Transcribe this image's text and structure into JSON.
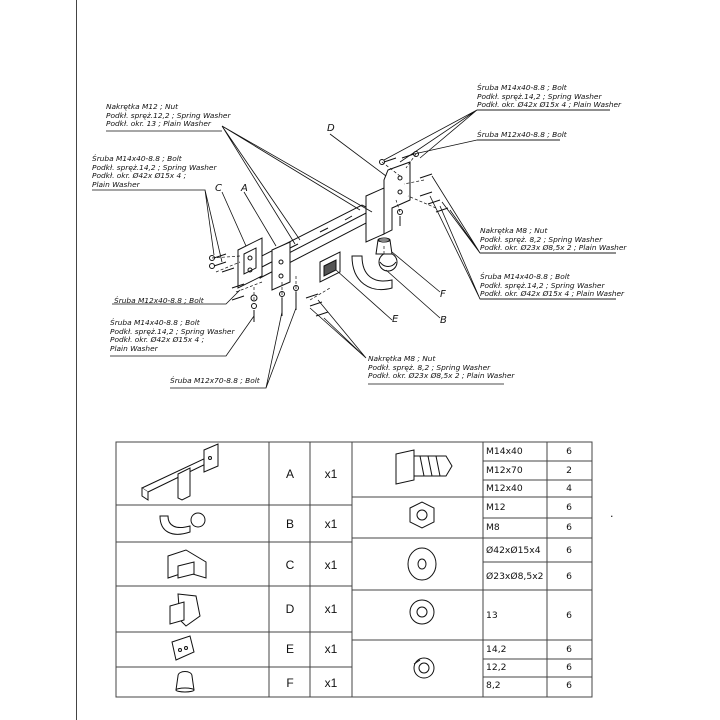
{
  "callouts": {
    "nut_m12": [
      "Nakrętka  M12 ; Nut",
      "Podkł. spręż.12,2 ; Spring Washer",
      "Podkł. okr. 13 ; Plain Washer"
    ],
    "bolt_m14_left": [
      "Śruba M14x40-8.8 ;  Bolt",
      "Podkł. spręż.14,2 ; Spring Washer",
      "Podkł. okr.  Ø42x Ø15x 4 ;",
      "Plain Washer"
    ],
    "bolt_m12_left": [
      "Śruba M12x40-8.8 ;  Bolt"
    ],
    "bolt_m14_lower": [
      "Śruba M14x40-8.8 ;  Bolt",
      "Podkł. spręż.14,2 ; Spring Washer",
      "Podkł. okr.  Ø42x Ø15x 4 ;",
      "Plain Washer"
    ],
    "bolt_m12x70": [
      "Śruba M12x70-8.8 ;  Bolt"
    ],
    "nut_m8_bottom": [
      "Nakrętka  M8 ; Nut",
      "Podkł. spręż. 8,2 ; Spring Washer",
      "Podkł. okr.  Ø23x  Ø8,5x 2 ; Plain Washer"
    ],
    "bolt_m14_top_right": [
      "Śruba M14x40-8.8 ;  Bolt",
      "Podkł. spręż.14,2 ; Spring Washer",
      "Podkł. okr.  Ø42x Ø15x 4 ; Plain Washer"
    ],
    "bolt_m12_right": [
      "Śruba M12x40-8.8 ;  Bolt"
    ],
    "nut_m8_right": [
      "Nakrętka  M8 ; Nut",
      "Podkł. spręż.  8,2 ; Spring Washer",
      "Podkł. okr.  Ø23x Ø8,5x 2 ; Plain Washer"
    ],
    "bolt_m14_right": [
      "Śruba M14x40-8.8 ;  Bolt",
      "Podkł. spręż.14,2 ; Spring Washer",
      "Podkł. okr.   Ø42x Ø15x 4 ; Plain Washer"
    ]
  },
  "letters": {
    "a": "A",
    "b": "B",
    "c": "C",
    "d": "D",
    "e": "E",
    "f": "F"
  },
  "parts": [
    {
      "letter": "A",
      "qty": "x1"
    },
    {
      "letter": "B",
      "qty": "x1"
    },
    {
      "letter": "C",
      "qty": "x1"
    },
    {
      "letter": "D",
      "qty": "x1"
    },
    {
      "letter": "E",
      "qty": "x1"
    },
    {
      "letter": "F",
      "qty": "x1"
    }
  ],
  "hardware": [
    {
      "spec": "M14x40",
      "qty": "6"
    },
    {
      "spec": "M12x70",
      "qty": "2"
    },
    {
      "spec": "M12x40",
      "qty": "4"
    },
    {
      "spec": "M12",
      "qty": "6"
    },
    {
      "spec": "M8",
      "qty": "6"
    },
    {
      "spec": "Ø42xØ15x4",
      "qty": "6"
    },
    {
      "spec": "Ø23xØ8,5x2",
      "qty": "6"
    },
    {
      "spec": "13",
      "qty": "6"
    },
    {
      "spec": "14,2",
      "qty": "6"
    },
    {
      "spec": "12,2",
      "qty": "6"
    },
    {
      "spec": "8,2",
      "qty": "6"
    }
  ],
  "stray_mark": "."
}
